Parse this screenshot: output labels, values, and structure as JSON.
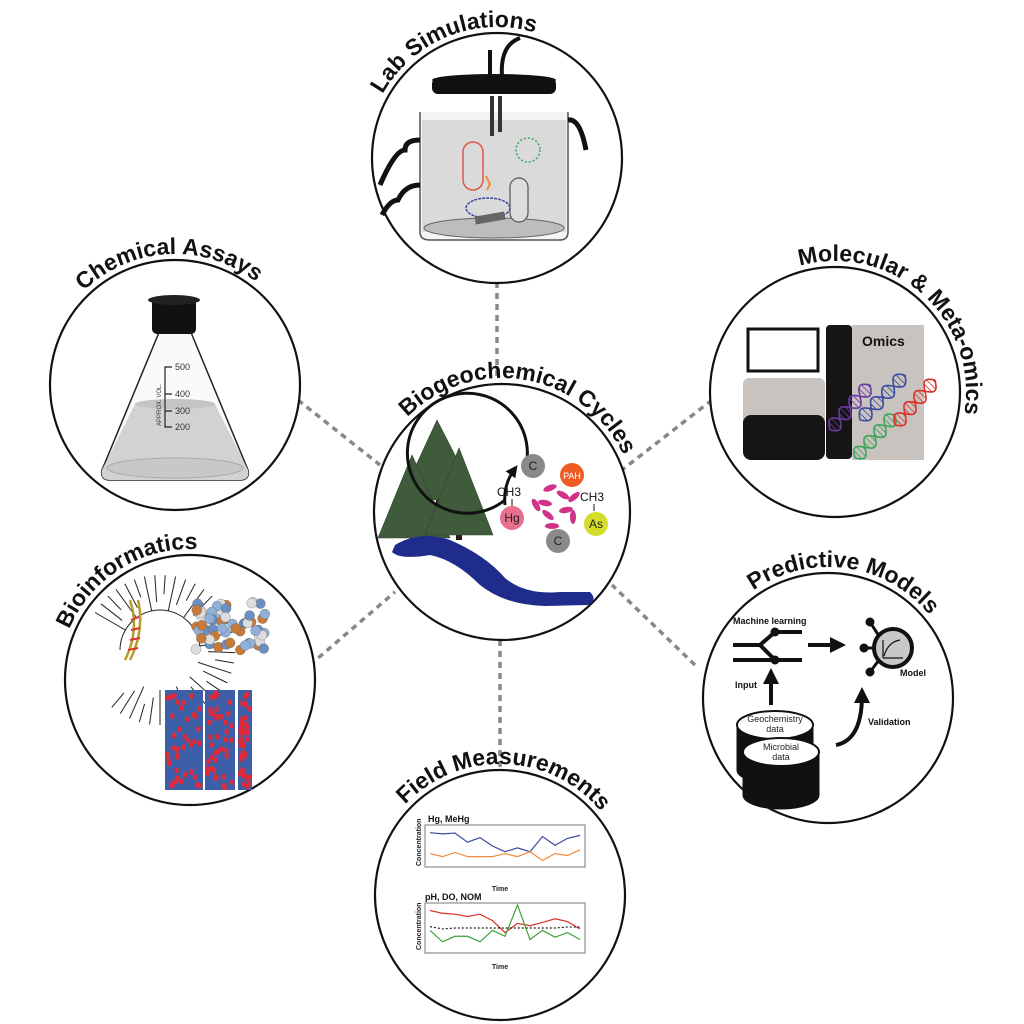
{
  "titles": {
    "center": "Biogeochemical Cycles",
    "lab": "Lab Simulations",
    "chemical": "Chemical Assays",
    "molecular": "Molecular & Meta-omics",
    "bioinformatics": "Bioinformatics",
    "predictive": "Predictive Models",
    "field": "Field Measurements"
  },
  "center": {
    "elements": {
      "c1": "C",
      "pah": "PAH",
      "hg": "Hg",
      "as": "As",
      "c2": "C"
    },
    "methyl_left": "CH3",
    "methyl_right": "CH3"
  },
  "chemical": {
    "scale_label": "APPROX. VOL.",
    "ticks": [
      "500",
      "400",
      "300",
      "200"
    ]
  },
  "molecular": {
    "panel_label": "Omics"
  },
  "predictive": {
    "ml_label": "Machine learning",
    "input_label": "Input",
    "model_label": "Model",
    "validation_label": "Validation",
    "db1_label_1": "Geochemistry",
    "db1_label_2": "data",
    "db2_label_1": "Microbial",
    "db2_label_2": "data"
  },
  "field": {
    "chart1": {
      "title": "Hg, MeHg",
      "ylabel": "Concentration",
      "xlabel": "Time",
      "series": [
        {
          "name": "Hg",
          "color": "#3a4aa0",
          "values": [
            0.85,
            0.82,
            0.84,
            0.6,
            0.72,
            0.5,
            0.35,
            0.45,
            0.35,
            0.75,
            0.52,
            0.7,
            0.78
          ]
        },
        {
          "name": "MeHg",
          "color": "#f08a3c",
          "values": [
            0.3,
            0.22,
            0.33,
            0.22,
            0.22,
            0.22,
            0.3,
            0.22,
            0.35,
            0.12,
            0.3,
            0.25,
            0.4
          ]
        }
      ]
    },
    "chart2": {
      "title": "pH, DO, NOM",
      "ylabel": "Concentration",
      "xlabel": "Time",
      "series": [
        {
          "name": "pH",
          "color": "#d9302a",
          "values": [
            0.88,
            0.82,
            0.8,
            0.75,
            0.8,
            0.66,
            0.4,
            0.6,
            0.55,
            0.62,
            0.7,
            0.64,
            0.48
          ]
        },
        {
          "name": "DO",
          "color": "#3aa53a",
          "values": [
            0.45,
            0.2,
            0.32,
            0.32,
            0.2,
            0.45,
            0.32,
            1.0,
            0.25,
            0.45,
            0.3,
            0.4,
            0.25
          ]
        },
        {
          "name": "NOM",
          "color": "#222222",
          "values": [
            0.53,
            0.48,
            0.5,
            0.5,
            0.5,
            0.5,
            0.5,
            0.5,
            0.5,
            0.5,
            0.5,
            0.52,
            0.52
          ]
        }
      ]
    }
  },
  "colors": {
    "tree": "#3f5b3c",
    "river": "#1f2c8c",
    "connector": "#888888",
    "element_grey": "#8a8a8a",
    "pah": "#ee5b24",
    "hg": "#e8708e",
    "as": "#d6dc2a",
    "microbe": "#d2338a"
  }
}
